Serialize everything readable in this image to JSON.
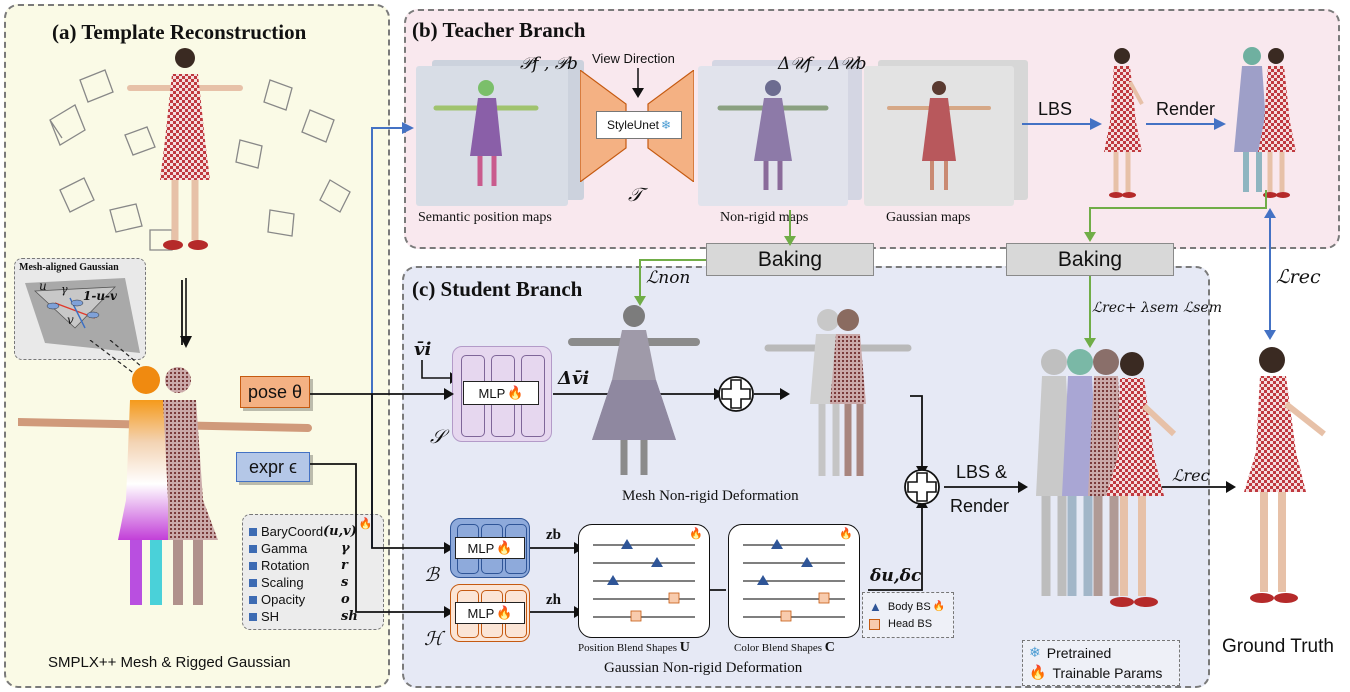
{
  "panel_a": {
    "title": "(a) Template Reconstruction",
    "inset_title": "Mesh-aligned Gaussian",
    "inset_labels": [
      "u",
      "v",
      "1-u-v",
      "γ"
    ],
    "caption": "SMPLX++ Mesh  & Rigged Gaussian",
    "attributes": [
      {
        "name": "BaryCoord",
        "symbol": "(u,v)",
        "trainable": true
      },
      {
        "name": "Gamma",
        "symbol": "γ"
      },
      {
        "name": "Rotation",
        "symbol": "r"
      },
      {
        "name": "Scaling",
        "symbol": "s"
      },
      {
        "name": "Opacity",
        "symbol": "o"
      },
      {
        "name": "SH",
        "symbol": "sh"
      }
    ]
  },
  "panel_b": {
    "title": "(b) Teacher Branch",
    "maps_label_1": "𝒫f , 𝒫b",
    "view_direction": "View Direction",
    "styleunet": "StyleUnet",
    "teacher_symbol": "𝒯",
    "maps_label_2": "Δ𝒰f , Δ𝒰b",
    "caption_semantic": "Semantic position maps",
    "caption_nonrigid": "Non-rigid maps",
    "caption_gaussian": "Gaussian maps",
    "lbs": "LBS",
    "render": "Render"
  },
  "baking": {
    "left": "Baking",
    "right": "Baking"
  },
  "loss": {
    "non": "ℒnon",
    "rec": "ℒrec",
    "rec_sem": "ℒrec+ λsem ℒsem",
    "rec2": "ℒrec"
  },
  "panel_c": {
    "title": "(c) Student Branch",
    "vbar": "v̄i",
    "pose": "pose θ",
    "expr": "expr ϵ",
    "mlp_label": "MLP",
    "S": "𝒮",
    "B": "ℬ",
    "H": "ℋ",
    "delta_v": "Δv̄i",
    "zb": "zb",
    "zh": "zh",
    "mesh_caption": "Mesh Non-rigid Deformation",
    "pos_bs": "Position Blend Shapes",
    "pos_bs_sym": "U",
    "col_bs": "Color Blend Shapes",
    "col_bs_sym": "C",
    "gaussian_caption": "Gaussian Non-rigid Deformation",
    "delta_uc": "δu,δc",
    "body_bs": "Body BS",
    "head_bs": "Head BS",
    "lbs_render_1": "LBS &",
    "lbs_render_2": "Render"
  },
  "legend": {
    "pretrained": "Pretrained",
    "trainable": "Trainable Params"
  },
  "ground_truth": "Ground Truth",
  "colors": {
    "panel_a_bg": "#fafae6",
    "panel_b_bg": "#f9e8ee",
    "panel_c_bg": "#e6e9f5",
    "blue_arrow": "#4472c4",
    "green_arrow": "#70ad47",
    "orange": "#f4b183",
    "purple_mlp": "#e6d7ef",
    "blue_mlp": "#8eaadb",
    "peach_mlp": "#fbe5d6",
    "body_triangle": "#2f5597",
    "head_square": "#f8cbad"
  }
}
